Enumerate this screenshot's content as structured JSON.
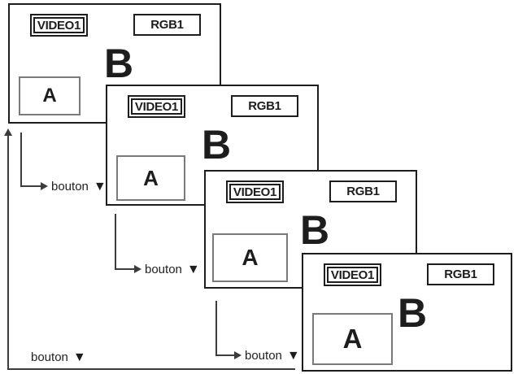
{
  "diagram": {
    "description": "Cascade of four monitor screens showing the picture-in-picture sub-image A growing larger at each press of the down button, with a return arrow to the first state",
    "panels": [
      {
        "input_badge_selected": "VIDEO1",
        "input_badge_other": "RGB1",
        "main_picture_label": "B",
        "sub_picture_label": "A"
      },
      {
        "input_badge_selected": "VIDEO1",
        "input_badge_other": "RGB1",
        "main_picture_label": "B",
        "sub_picture_label": "A"
      },
      {
        "input_badge_selected": "VIDEO1",
        "input_badge_other": "RGB1",
        "main_picture_label": "B",
        "sub_picture_label": "A"
      },
      {
        "input_badge_selected": "VIDEO1",
        "input_badge_other": "RGB1",
        "main_picture_label": "B",
        "sub_picture_label": "A"
      }
    ],
    "button_caption": "bouton",
    "down_arrow_symbol": "▼",
    "colors": {
      "background": "#ffffff",
      "ink": "#1d1d1d",
      "sub_box_border": "#7a7a7a",
      "arrow_line": "#3c3c3c"
    }
  }
}
